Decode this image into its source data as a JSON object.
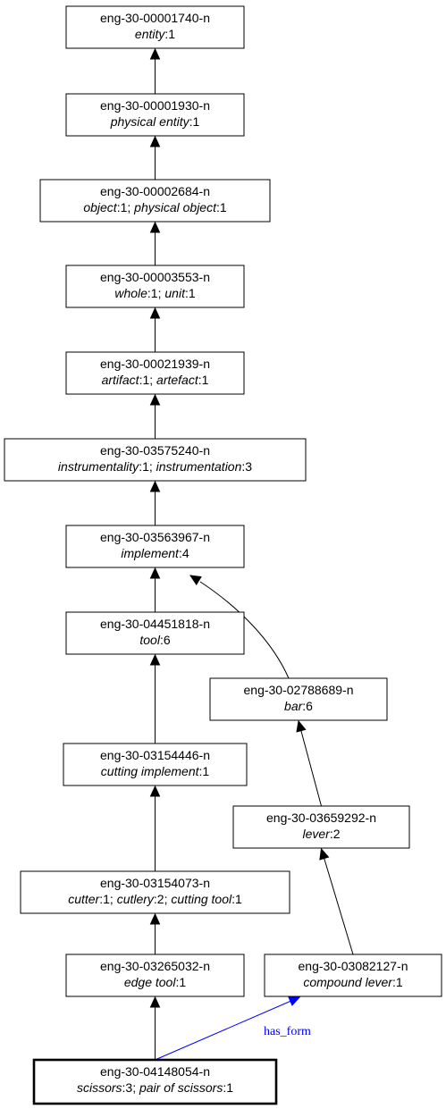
{
  "colors": {
    "relation": "#0000ff",
    "hypernym": "#000000"
  },
  "nodes": [
    {
      "key": "n1740",
      "id": "eng-30-00001740-n",
      "words": [
        {
          "w": "entity",
          "n": ":1"
        }
      ]
    },
    {
      "key": "n1930",
      "id": "eng-30-00001930-n",
      "words": [
        {
          "w": "physical entity",
          "n": ":1"
        }
      ]
    },
    {
      "key": "n2684",
      "id": "eng-30-00002684-n",
      "words": [
        {
          "w": "object",
          "n": ":1"
        },
        {
          "w": "physical object",
          "n": ":1"
        }
      ]
    },
    {
      "key": "n3553",
      "id": "eng-30-00003553-n",
      "words": [
        {
          "w": "whole",
          "n": ":1"
        },
        {
          "w": "unit",
          "n": ":1"
        }
      ]
    },
    {
      "key": "n21939",
      "id": "eng-30-00021939-n",
      "words": [
        {
          "w": "artifact",
          "n": ":1"
        },
        {
          "w": "artefact",
          "n": ":1"
        }
      ]
    },
    {
      "key": "n575240",
      "id": "eng-30-03575240-n",
      "words": [
        {
          "w": "instrumentality",
          "n": ":1"
        },
        {
          "w": "instrumentation",
          "n": ":3"
        }
      ]
    },
    {
      "key": "n563967",
      "id": "eng-30-03563967-n",
      "words": [
        {
          "w": "implement",
          "n": ":4"
        }
      ]
    },
    {
      "key": "n451818",
      "id": "eng-30-04451818-n",
      "words": [
        {
          "w": "tool",
          "n": ":6"
        }
      ]
    },
    {
      "key": "n788689",
      "id": "eng-30-02788689-n",
      "words": [
        {
          "w": "bar",
          "n": ":6"
        }
      ]
    },
    {
      "key": "n154446",
      "id": "eng-30-03154446-n",
      "words": [
        {
          "w": "cutting implement",
          "n": ":1"
        }
      ]
    },
    {
      "key": "n659292",
      "id": "eng-30-03659292-n",
      "words": [
        {
          "w": "lever",
          "n": ":2"
        }
      ]
    },
    {
      "key": "n154073",
      "id": "eng-30-03154073-n",
      "words": [
        {
          "w": "cutter",
          "n": ":1"
        },
        {
          "w": "cutlery",
          "n": ":2"
        },
        {
          "w": "cutting tool",
          "n": ":1"
        }
      ]
    },
    {
      "key": "n265032",
      "id": "eng-30-03265032-n",
      "words": [
        {
          "w": "edge tool",
          "n": ":1"
        }
      ]
    },
    {
      "key": "n082127",
      "id": "eng-30-03082127-n",
      "words": [
        {
          "w": "compound lever",
          "n": ":1"
        }
      ]
    },
    {
      "key": "n148054",
      "id": "eng-30-04148054-n",
      "words": [
        {
          "w": "scissors",
          "n": ":3"
        },
        {
          "w": "pair of scissors",
          "n": ":1"
        }
      ],
      "focus": true
    }
  ],
  "edges": [
    {
      "from": "n1930",
      "to": "n1740"
    },
    {
      "from": "n2684",
      "to": "n1930"
    },
    {
      "from": "n3553",
      "to": "n2684"
    },
    {
      "from": "n21939",
      "to": "n3553"
    },
    {
      "from": "n575240",
      "to": "n21939"
    },
    {
      "from": "n563967",
      "to": "n575240"
    },
    {
      "from": "n451818",
      "to": "n563967"
    },
    {
      "from": "n788689",
      "to": "n563967"
    },
    {
      "from": "n154446",
      "to": "n451818"
    },
    {
      "from": "n659292",
      "to": "n788689"
    },
    {
      "from": "n154073",
      "to": "n154446"
    },
    {
      "from": "n082127",
      "to": "n659292"
    },
    {
      "from": "n265032",
      "to": "n154073"
    },
    {
      "from": "n148054",
      "to": "n265032"
    },
    {
      "from": "n148054",
      "to": "n082127",
      "label": "has_form",
      "relation": true
    }
  ]
}
